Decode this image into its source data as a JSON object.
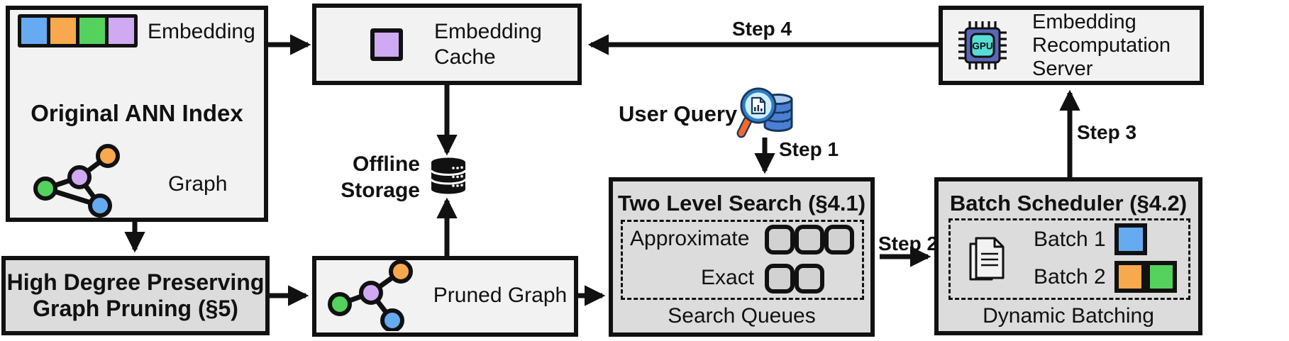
{
  "colors": {
    "box_light": "#f2f2f2",
    "box_dark": "#dcdcdc",
    "outline": "#111111",
    "blue": "#66abf1",
    "orange": "#f8a94d",
    "green": "#55d15e",
    "purple": "#cfa9f2",
    "queue_slot": "#d2d2d2",
    "gpu_chip_body": "#5a66b8",
    "gpu_chip_core": "#56ded6",
    "query_db_blue": "#4a7fd4",
    "magnifier_lens": "#cdeefb",
    "magnifier_handle": "#f4692a"
  },
  "original_index": {
    "embedding_label": "Embedding",
    "title": "Original ANN Index",
    "graph_label": "Graph"
  },
  "pruning": {
    "title_line1": "High Degree Preserving",
    "title_line2": "Graph Pruning (§5)"
  },
  "embedding_cache": {
    "line1": "Embedding",
    "line2": "Cache"
  },
  "offline_storage": {
    "line1": "Offline",
    "line2": "Storage"
  },
  "pruned_graph": {
    "label": "Pruned Graph"
  },
  "user_query": {
    "label": "User Query"
  },
  "two_level_search": {
    "title": "Two Level Search (§4.1)",
    "row1_label": "Approximate",
    "row2_label": "Exact",
    "caption": "Search Queues"
  },
  "batch_scheduler": {
    "title": "Batch Scheduler (§4.2)",
    "batch1_label": "Batch 1",
    "batch2_label": "Batch 2",
    "caption": "Dynamic Batching"
  },
  "recomputation_server": {
    "line1": "Embedding",
    "line2": "Recomputation",
    "line3": "Server",
    "gpu_label": "GPU"
  },
  "steps": {
    "s1": "Step 1",
    "s2": "Step 2",
    "s3": "Step 3",
    "s4": "Step 4"
  }
}
